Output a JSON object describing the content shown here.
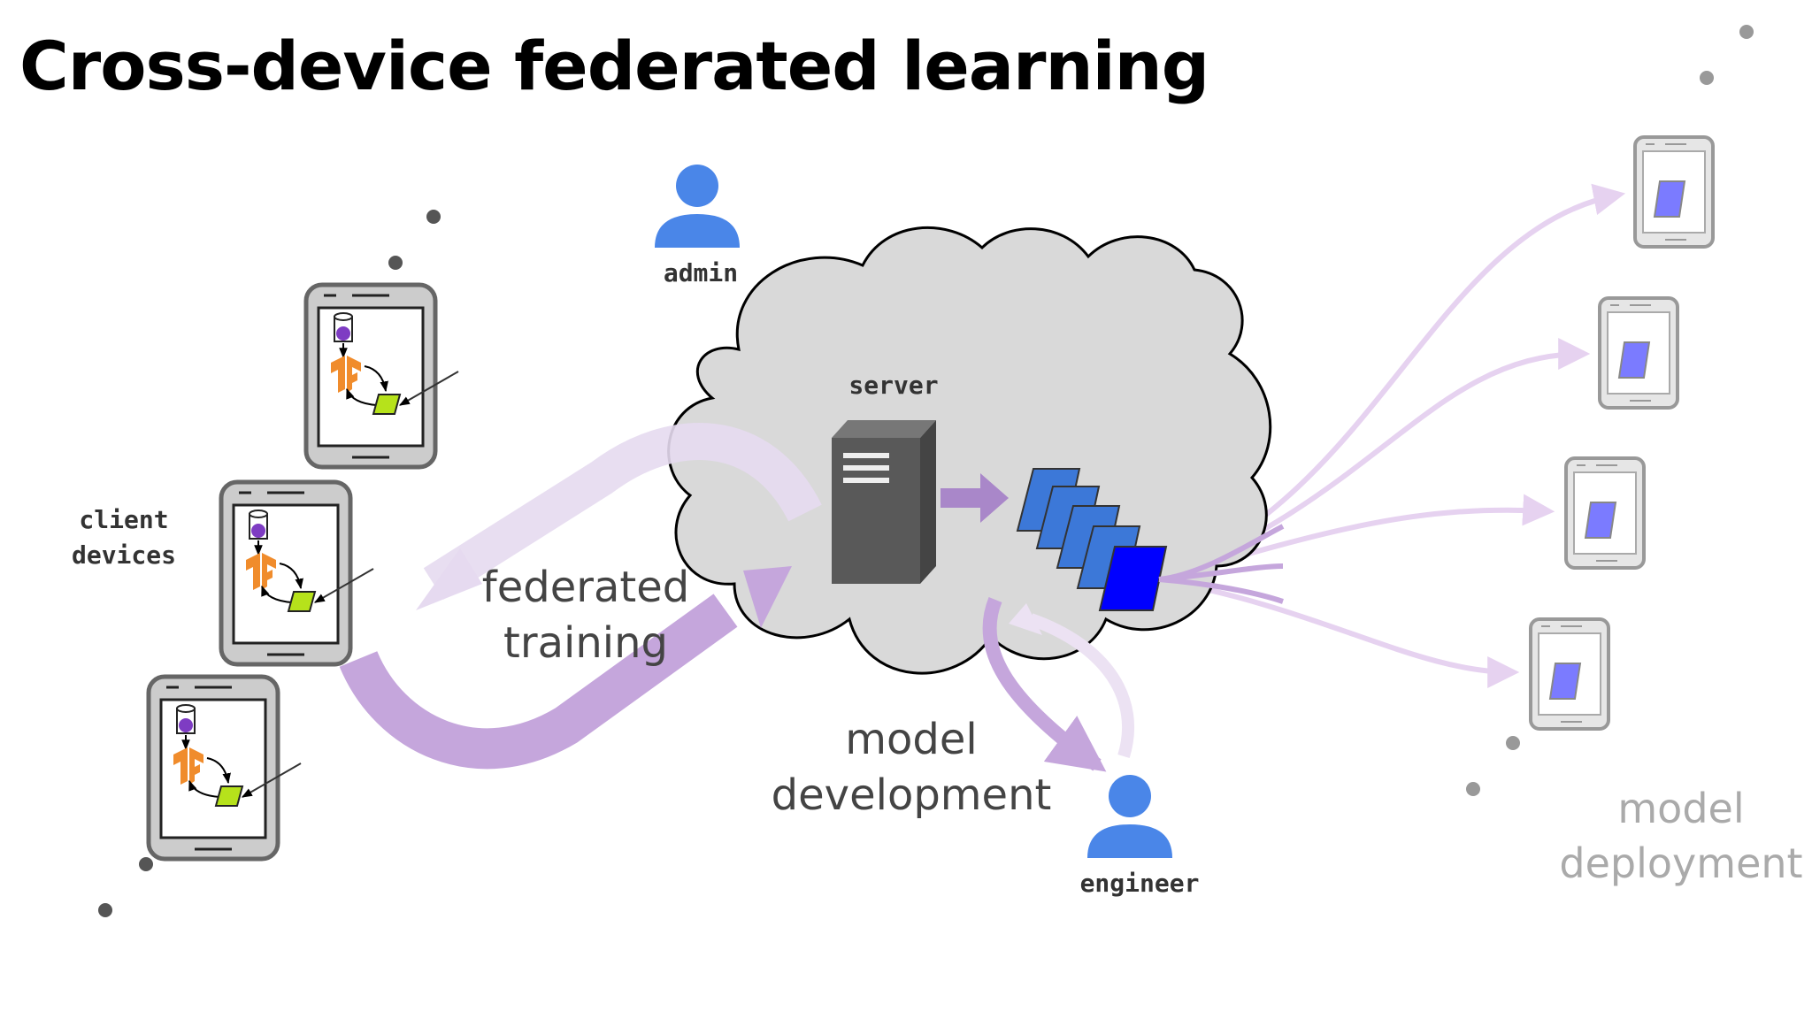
{
  "slide": {
    "title": "Cross-device federated learning"
  },
  "labels": {
    "admin": "admin",
    "server": "server",
    "client_line1": "client",
    "client_line2": "devices",
    "federated_line1": "federated",
    "federated_line2": "training",
    "model_dev_line1": "model",
    "model_dev_line2": "development",
    "engineer": "engineer",
    "deploy_line1": "model",
    "deploy_line2": "deployment"
  },
  "colors": {
    "arrow_purple": "#c5a6dc",
    "arrow_purple_light": "#e6daf0",
    "user_blue": "#4a86e8",
    "model_blue": "#3c78d8",
    "model_blue_final": "#0000ff",
    "deploy_model": "#7b7bff",
    "cloud_fill": "#d9d9d9",
    "server_gray": "#595959",
    "lime": "#b6e21b",
    "tf_orange": "#f08c2c",
    "data_purple": "#7e3cc3"
  },
  "icons": [
    "user-icon",
    "server-icon",
    "cloud-shape",
    "phone-icon",
    "database-icon",
    "tensorflow-icon",
    "model-icon",
    "arrow-icon"
  ]
}
